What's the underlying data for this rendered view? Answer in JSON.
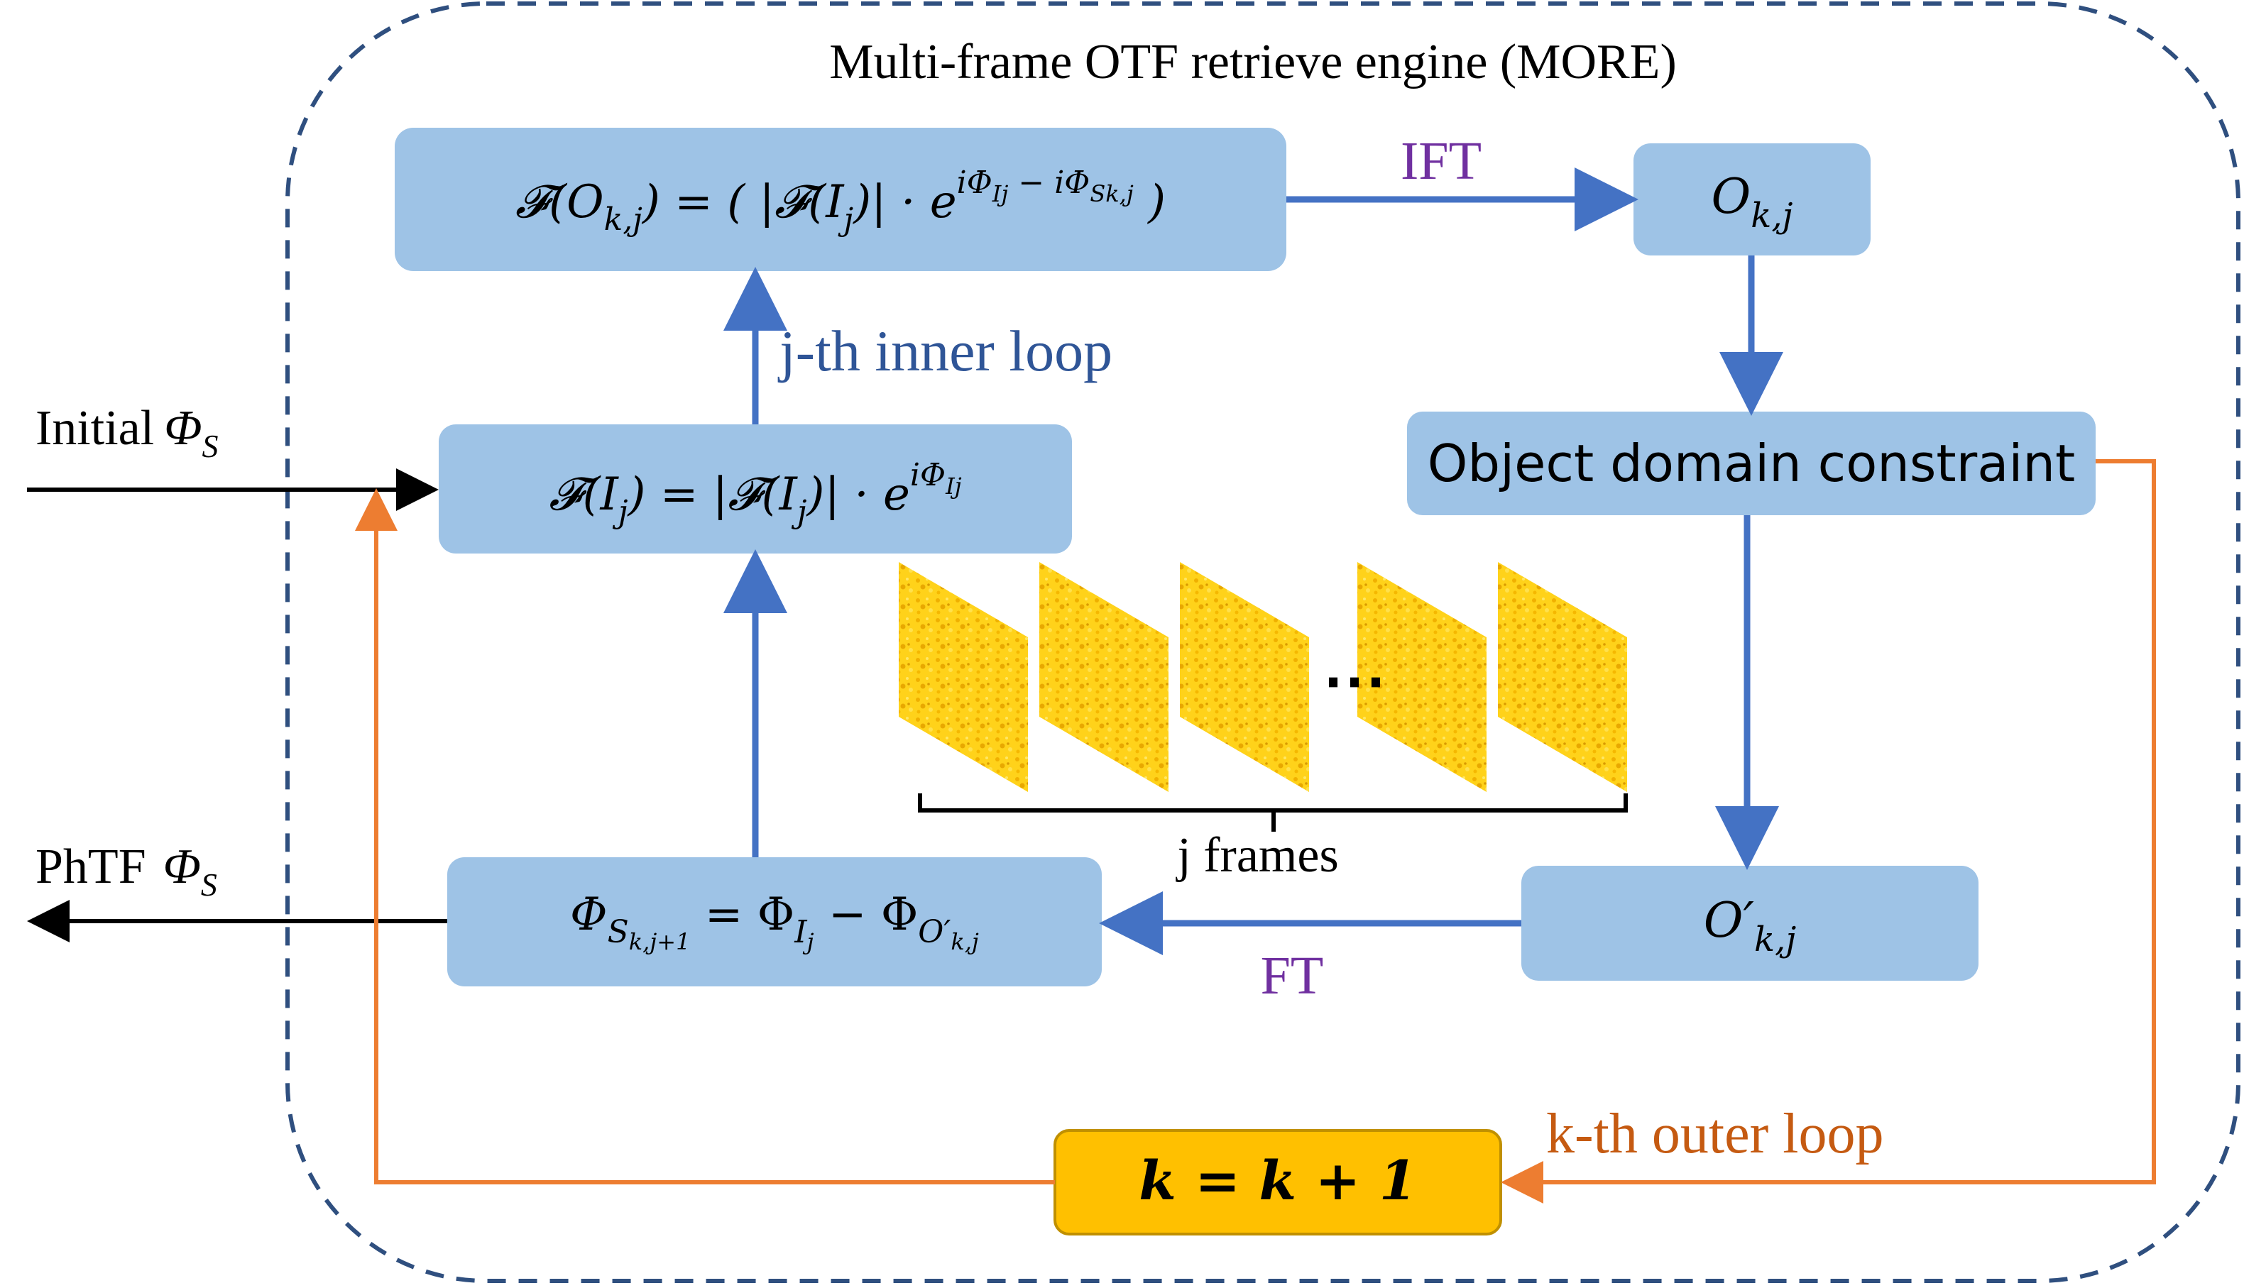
{
  "title": "Multi-frame OTF retrieve engine (MORE)",
  "colors": {
    "box_fill": "#9ec3e6",
    "accent_box_fill": "#ffc000",
    "accent_box_stroke": "#c09000",
    "blue_arrow": "#4472c4",
    "orange_arrow": "#ed7d31",
    "dashed_border": "#2f4f7f",
    "label_purple": "#7030a0",
    "label_blue": "#2f5597",
    "label_orange": "#c55a11",
    "frame_fill": "#ffd21a"
  },
  "boxes": {
    "fourier_object": "𝓕(O_k,j) = ( |𝓕(I_j)| · e^(iΦ_Ij − iΦ_Sk,j) )",
    "object": "O_k,j",
    "object_constraint": "Object domain constraint",
    "fourier_image": "𝓕(I_j) = |𝓕(I_j)| · e^(iΦ_Ij)",
    "object_prime": "O′_k,j",
    "phase_update": "Φ_Sk,j+1 = Φ_Ij − Φ_O′k,j",
    "k_update": "k = k + 1"
  },
  "labels": {
    "ift": "IFT",
    "ft": "FT",
    "inner_loop": "j-th inner loop",
    "outer_loop": "k-th outer loop",
    "initial_prefix": "Initial",
    "initial_symbol": "Φ",
    "initial_sub": "S",
    "output_prefix": "PhTF",
    "output_symbol": "Φ",
    "output_sub": "S",
    "frames": "j frames",
    "ellipsis": "⋯"
  },
  "frames": {
    "count_shown": 5
  }
}
